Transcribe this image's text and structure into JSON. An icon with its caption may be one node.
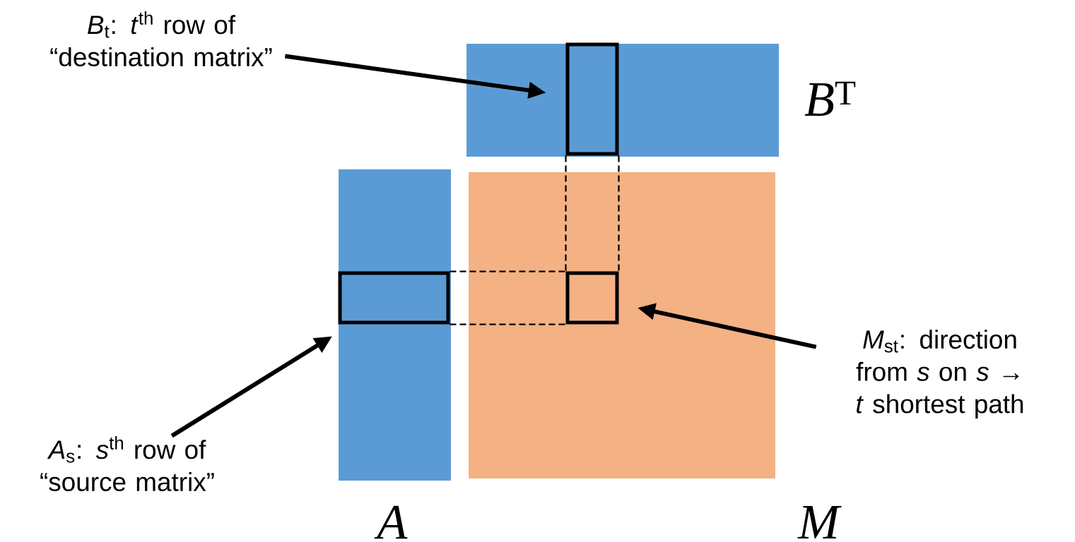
{
  "diagram": {
    "nodes": [
      {
        "text": [
          "*B*$_{t}$: *t*$^{th}$ row of “destination matrix”"
        ]
      },
      {
        "text": [],
        "shape": "box",
        "beside": [
          "*B*$^{T}$"
        ]
      },
      {
        "text": [],
        "shape": "box",
        "in": 1
      },
      {
        "text": [],
        "shape": "box",
        "beside": [
          "*A*"
        ]
      },
      {
        "text": [],
        "shape": "box",
        "in": 3
      },
      {
        "text": [],
        "shape": "box",
        "beside": [
          "*M*"
        ]
      },
      {
        "text": [],
        "shape": "box",
        "in": 5
      },
      {
        "text": [
          "*A*$_{s}$: *s*$^{th}$ row of “source matrix”"
        ]
      },
      {
        "text": [
          "*M*$_{st}$: direction from *s* on *s* → *t* shortest path"
        ]
      }
    ],
    "edges": [
      {
        "from": 0,
        "to": 2,
        "arrow": "to",
        "style": "thick"
      },
      {
        "from": 7,
        "to": 4,
        "arrow": "to",
        "style": "thick"
      },
      {
        "from": 8,
        "to": 6,
        "arrow": "to",
        "style": "thick"
      },
      {
        "from": 2,
        "to": 6,
        "arrow": "none",
        "style": "dashed"
      },
      {
        "from": 2,
        "to": 6,
        "arrow": "none",
        "style": "dashed"
      },
      {
        "from": 4,
        "to": 6,
        "arrow": "none",
        "style": "dashed"
      },
      {
        "from": 4,
        "to": 6,
        "arrow": "none",
        "style": "dashed"
      }
    ]
  }
}
